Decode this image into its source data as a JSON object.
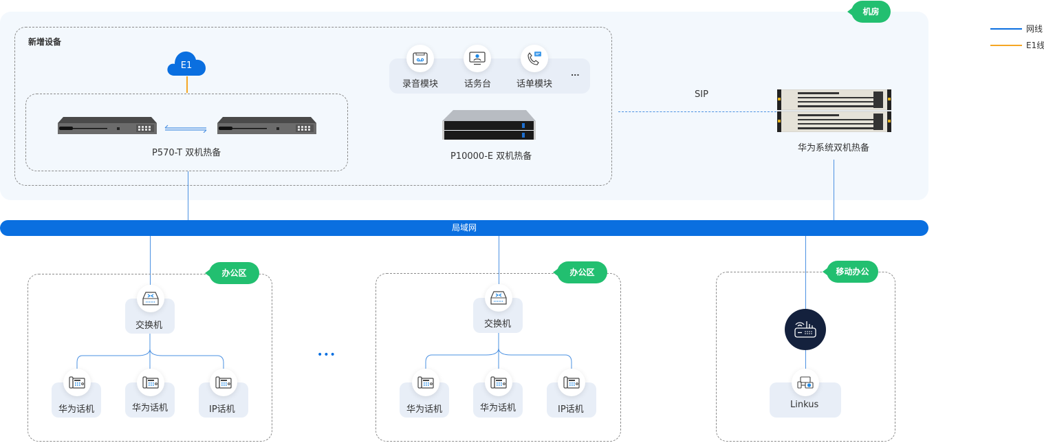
{
  "legend": [
    {
      "label": "网线",
      "color": "#0a6fe0"
    },
    {
      "label": "E1线",
      "color": "#f5a623"
    }
  ],
  "machine_room": {
    "tag": "机房",
    "new_devices": {
      "title": "新增设备",
      "cloud_label": "E1",
      "p570": {
        "label": "P570-T 双机热备"
      },
      "modules": [
        {
          "label": "录音模块",
          "icon": "recorder-icon"
        },
        {
          "label": "话务台",
          "icon": "console-icon"
        },
        {
          "label": "话单模块",
          "icon": "call-record-icon"
        }
      ],
      "modules_more": "...",
      "p10000": {
        "label": "P10000-E 双机热备"
      }
    },
    "sip_label": "SIP",
    "huawei": {
      "label": "华为系统双机热备"
    }
  },
  "lan": {
    "label": "局域网"
  },
  "offices": [
    {
      "tag": "办公区",
      "switch": {
        "label": "交换机"
      },
      "phones": [
        {
          "label": "华为话机"
        },
        {
          "label": "华为话机"
        },
        {
          "label": "IP话机"
        }
      ]
    },
    {
      "tag": "办公区",
      "switch": {
        "label": "交换机"
      },
      "phones": [
        {
          "label": "华为话机"
        },
        {
          "label": "华为话机"
        },
        {
          "label": "IP话机"
        }
      ]
    }
  ],
  "ellipsis": "•••",
  "mobile": {
    "tag": "移动办公",
    "router_icon": "router-icon",
    "client": {
      "label": "Linkus"
    }
  },
  "colors": {
    "lan_blue": "#0a6fe0",
    "tag_green": "#22bf70",
    "e1_orange": "#f5a623",
    "router_dark": "#14213d"
  }
}
